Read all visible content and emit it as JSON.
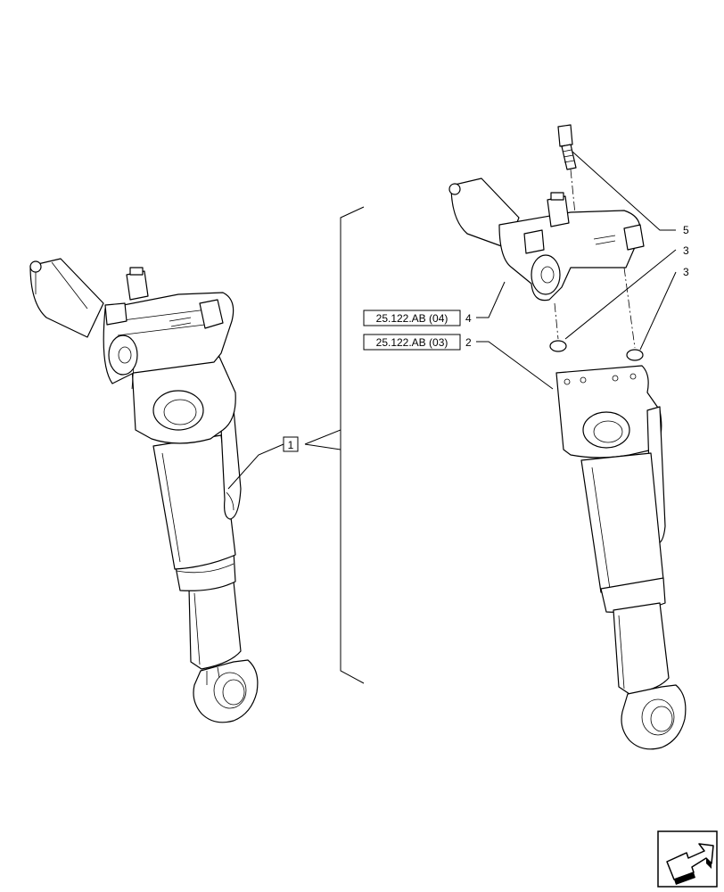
{
  "callouts": {
    "item1": "1",
    "item2": "2",
    "item3a": "3",
    "item3b": "3",
    "item4": "4",
    "item5": "5"
  },
  "references": {
    "ref_04": "25.122.AB (04)",
    "ref_03": "25.122.AB (03)"
  },
  "icons": {
    "nav": "arrow-navigation-icon"
  }
}
